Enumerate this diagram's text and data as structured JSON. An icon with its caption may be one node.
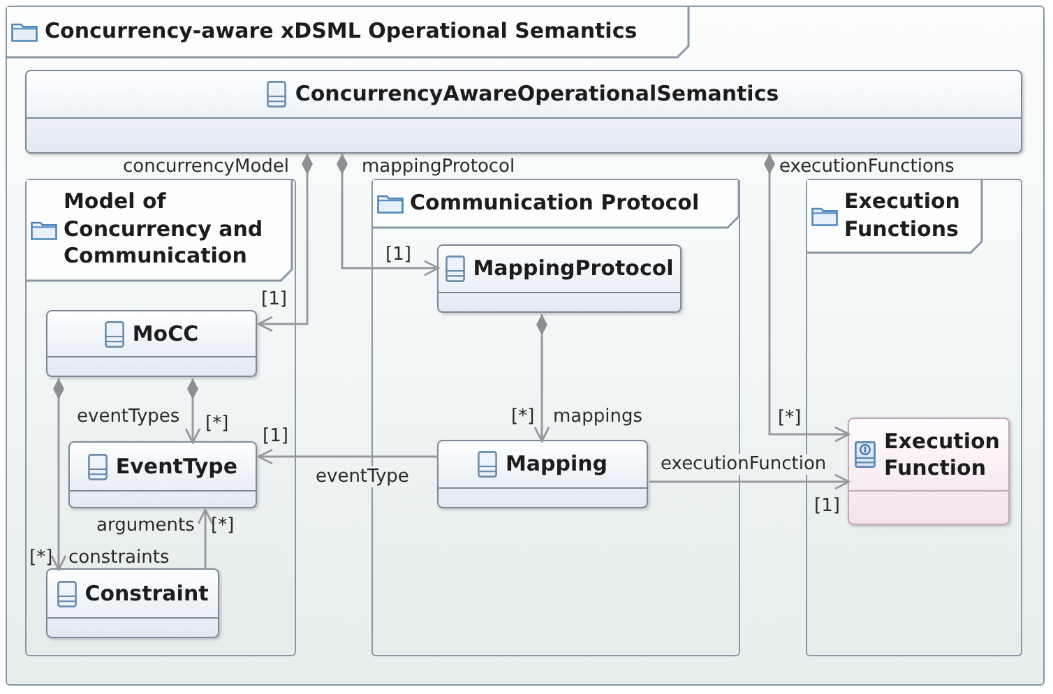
{
  "diagram": {
    "nodes": [
      {
        "text": [
          "Concurrency-aware xDSML Operational Semantics"
        ]
      },
      {
        "text": [
          "ConcurrencyAwareOperationalSemantics"
        ],
        "in": 0
      },
      {
        "text": [
          "Model of Concurrency and Communication"
        ],
        "in": 0
      },
      {
        "text": [
          "MoCC"
        ],
        "in": 2
      },
      {
        "text": [
          "EventType"
        ],
        "in": 2
      },
      {
        "text": [
          "Constraint"
        ],
        "in": 2
      },
      {
        "text": [
          "Communication Protocol"
        ],
        "in": 0
      },
      {
        "text": [
          "MappingProtocol"
        ],
        "in": 6
      },
      {
        "text": [
          "Mapping"
        ],
        "in": 6
      },
      {
        "text": [
          "Execution Functions"
        ],
        "in": 0
      },
      {
        "text": [
          "Execution Function"
        ],
        "in": 9
      }
    ],
    "edges": [
      {
        "from": 1,
        "to": 3,
        "arrow": "to",
        "label": "concurrencyModel"
      },
      {
        "from": 1,
        "to": 7,
        "arrow": "to",
        "label": "mappingProtocol"
      },
      {
        "from": 1,
        "to": 10,
        "arrow": "to",
        "label": "executionFunctions"
      },
      {
        "from": 7,
        "to": 8,
        "arrow": "to",
        "label": "mappings"
      },
      {
        "from": 8,
        "to": 4,
        "arrow": "to",
        "label": "eventType"
      },
      {
        "from": 8,
        "to": 10,
        "arrow": "to",
        "label": "executionFunction"
      },
      {
        "from": 3,
        "to": 4,
        "arrow": "to",
        "label": "eventTypes"
      },
      {
        "from": 3,
        "to": 5,
        "arrow": "to",
        "label": "constraints"
      },
      {
        "from": 5,
        "to": 4,
        "arrow": "to",
        "label": "arguments"
      }
    ],
    "labels": [
      "[1]",
      "[1]",
      "[*]",
      "[*]",
      "[*]",
      "[1]",
      "[1]",
      "[*]",
      "[*]"
    ]
  }
}
